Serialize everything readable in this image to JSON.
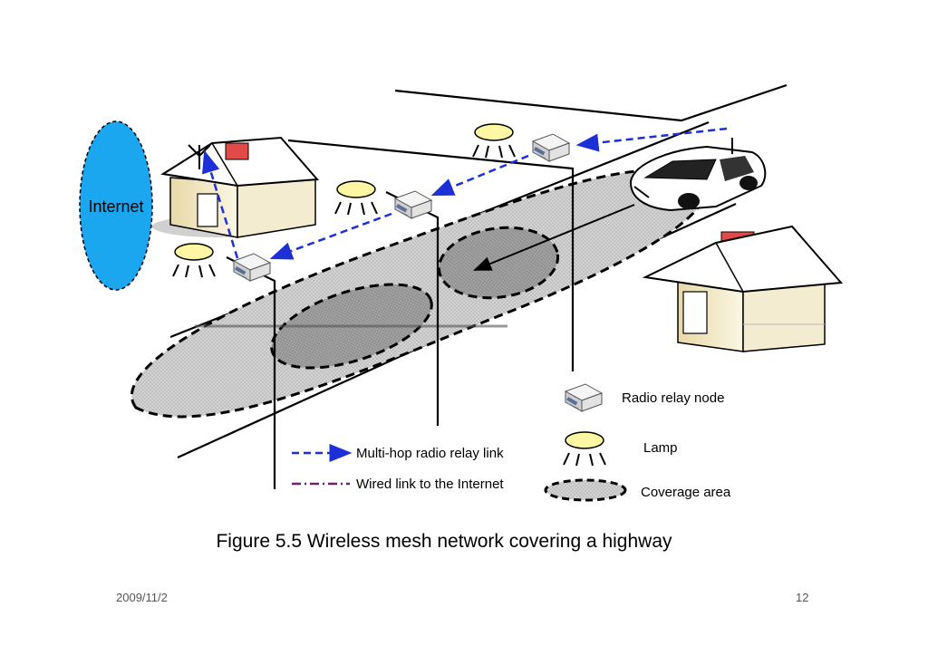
{
  "diagram": {
    "internet_label": "Internet",
    "legend": {
      "radio_relay_node": "Radio relay node",
      "lamp": "Lamp",
      "coverage_area": "Coverage area",
      "multi_hop_link": "Multi-hop radio relay link",
      "wired_link": "Wired link to the Internet"
    },
    "colors": {
      "internet_cloud": "#1aa7ef",
      "relay_link": "#1d2fd6",
      "wired_link": "#7a1c6e",
      "lamp_fill": "#fdf6a3",
      "house_wall": "#f3ecd0",
      "chimney": "#e24a4a",
      "coverage_fill": "#d8d8d8"
    }
  },
  "caption": "Figure 5.5 Wireless mesh network covering a highway",
  "footer": {
    "date": "2009/11/2",
    "page": "12"
  }
}
